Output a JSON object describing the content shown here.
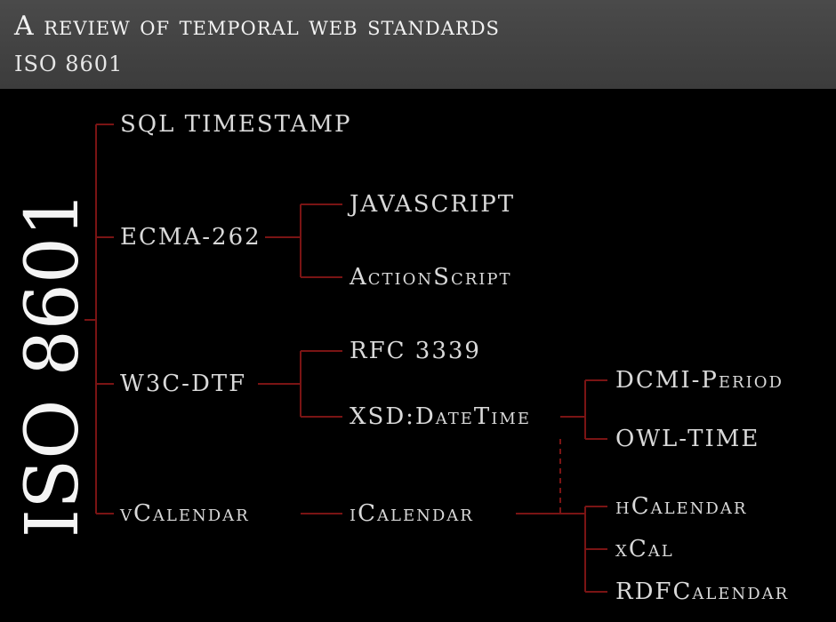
{
  "header": {
    "title": "A review of temporal web standards",
    "subtitle": "ISO 8601"
  },
  "diagram": {
    "root": "ISO 8601",
    "nodes": {
      "sql_timestamp": "SQL TIMESTAMP",
      "ecma_262": "ECMA-262",
      "javascript": "JAVASCRIPT",
      "actionscript": "ActionScript",
      "w3c_dtf": "W3C-DTF",
      "rfc_3339": "RFC 3339",
      "xsd_datetime": "XSD:DateTime",
      "dcmi_period": "DCMI-Period",
      "owl_time": "OWL-TIME",
      "vcalendar": "vCalendar",
      "icalendar": "iCalendar",
      "hcalendar": "hCalendar",
      "xcal": "xCal",
      "rdfcalendar": "RDFCalendar"
    },
    "line_color": "#7a1414"
  }
}
